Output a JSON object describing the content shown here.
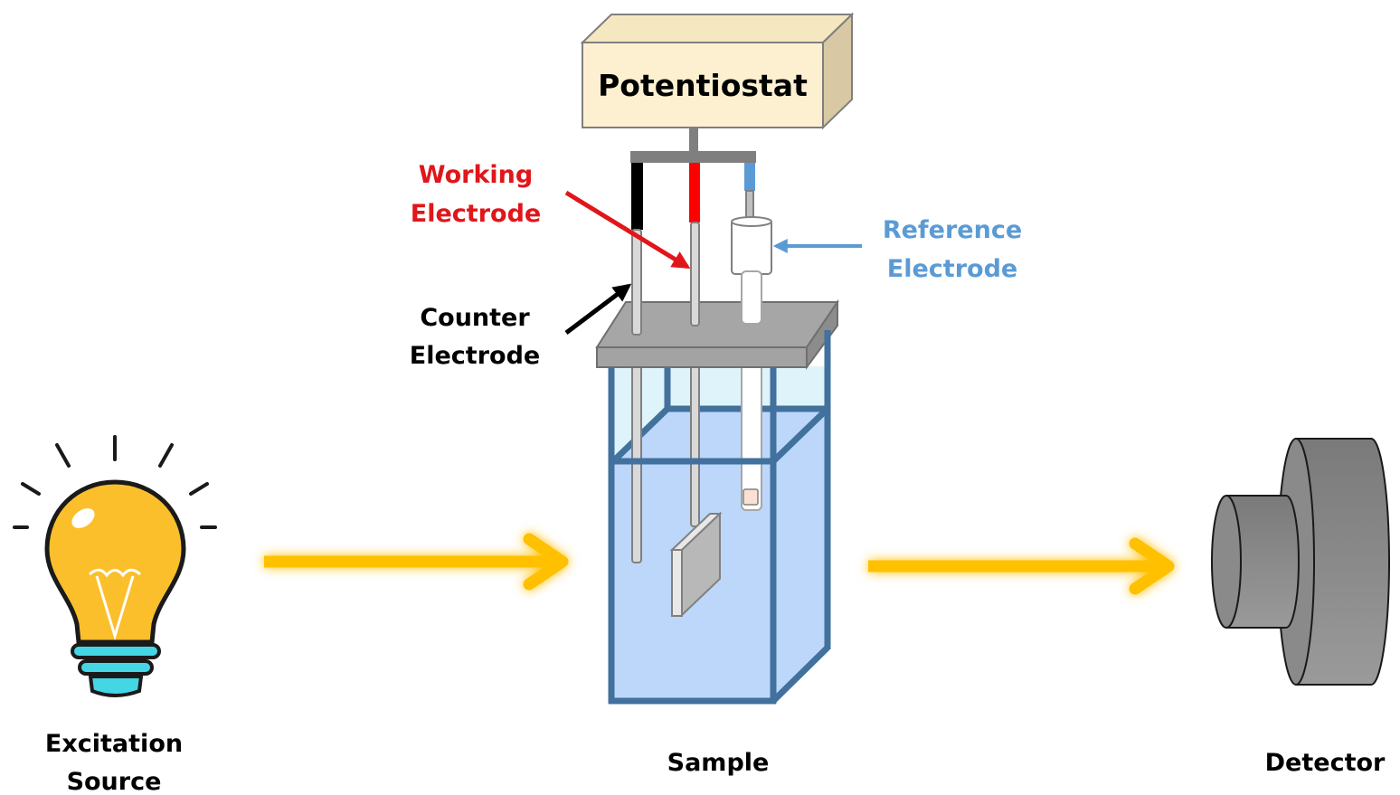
{
  "diagram": {
    "title": "Spectroelectrochemistry setup",
    "potentiostat": {
      "label": "Potentiostat"
    },
    "electrodes": {
      "working": {
        "label_line1": "Working",
        "label_line2": "Electrode",
        "color": "#e0161b",
        "lead_color": "#ff0000"
      },
      "counter": {
        "label_line1": "Counter",
        "label_line2": "Electrode",
        "color": "#000000",
        "lead_color": "#000000"
      },
      "reference": {
        "label_line1": "Reference",
        "label_line2": "Electrode",
        "color": "#5b9bd5",
        "lead_color": "#5b9bd5"
      }
    },
    "components": {
      "source": {
        "label_line1": "Excitation",
        "label_line2": "Source"
      },
      "sample": {
        "label": "Sample"
      },
      "detector": {
        "label": "Detector"
      }
    },
    "colors": {
      "potentiostat_face": "#fcf0d0",
      "potentiostat_side": "#d8c9a4",
      "lid": "#a6a6a6",
      "cell_frame": "#41719c",
      "cell_liquid": "#bdd7fb",
      "cell_air": "#dff3fa",
      "light_beam": "#ffc000",
      "bulb": "#fbbf2c",
      "bulb_base": "#45d6e6",
      "detector": "#8a8a8a"
    }
  }
}
